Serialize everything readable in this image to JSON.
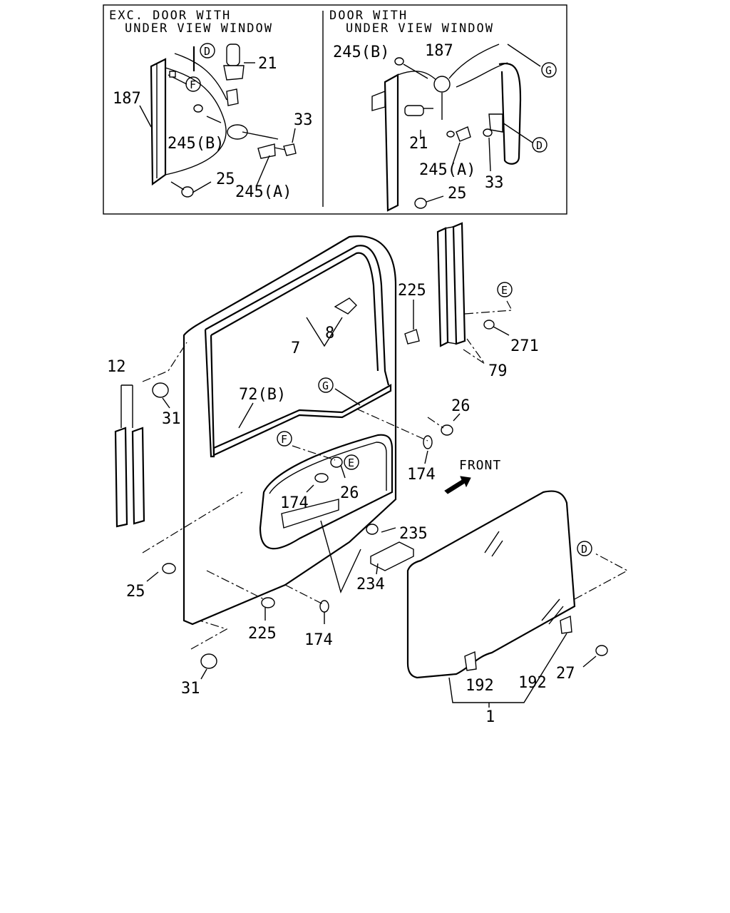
{
  "inset": {
    "left_title": [
      "EXC. DOOR WITH",
      "UNDER VIEW WINDOW"
    ],
    "right_title": [
      "DOOR WITH",
      "UNDER VIEW WINDOW"
    ],
    "left_labels": {
      "d": "D",
      "f": "F",
      "p21": "21",
      "p187": "187",
      "p245b": "245(B)",
      "p33": "33",
      "p25": "25",
      "p245a": "245(A)"
    },
    "right_labels": {
      "p245b": "245(B)",
      "p187": "187",
      "g": "G",
      "p21": "21",
      "d": "D",
      "p245a": "245(A)",
      "p33": "33",
      "p25": "25"
    }
  },
  "main": {
    "labels": {
      "p225_top": "225",
      "e_top": "E",
      "p271": "271",
      "p79": "79",
      "p8": "8",
      "p7": "7",
      "p12": "12",
      "p31_top": "31",
      "p72b": "72(B)",
      "g": "G",
      "p26_right": "26",
      "p174_right": "174",
      "f": "F",
      "e_mid": "E",
      "p26_mid": "26",
      "p174_mid": "174",
      "p235": "235",
      "p234": "234",
      "p25": "25",
      "p225_bottom": "225",
      "p174_bottom": "174",
      "p31_bottom": "31",
      "d": "D",
      "p27": "27",
      "p192_left": "192",
      "p192_right": "192",
      "p1": "1"
    },
    "front_label": "FRONT"
  }
}
